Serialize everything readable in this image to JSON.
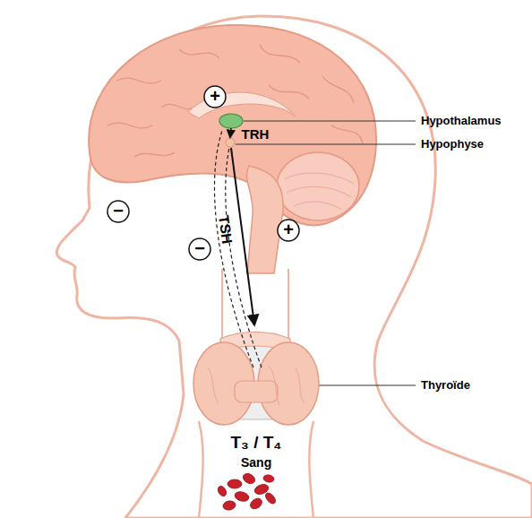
{
  "diagram": {
    "nodes": [
      {
        "text": [
          "+"
        ]
      },
      {
        "text": [
          "−"
        ]
      },
      {
        "text": [
          "+"
        ]
      },
      {
        "text": [
          "−"
        ]
      }
    ],
    "labels": [
      "Hypothalamus",
      "Hypophyse",
      "TRH",
      "TSH",
      "Thyroïde",
      "T₃ / T₄",
      "Sang"
    ]
  }
}
